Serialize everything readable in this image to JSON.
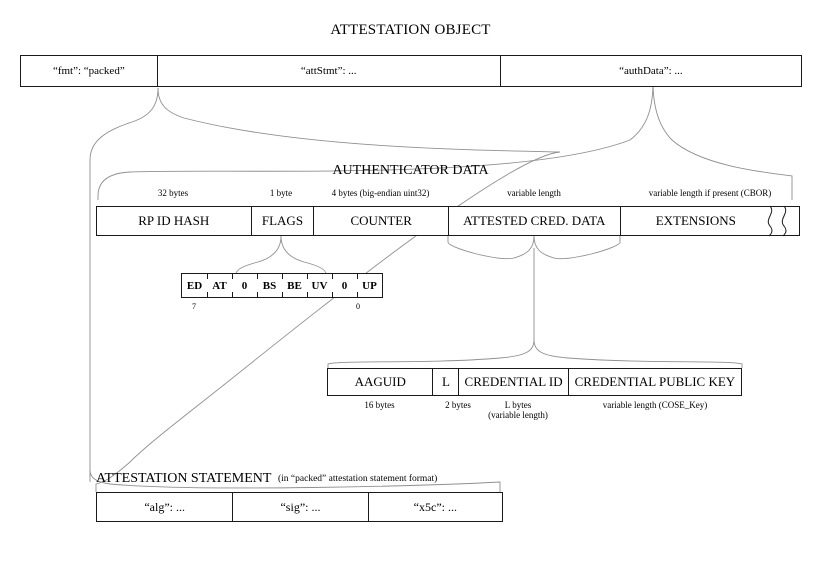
{
  "diagram": {
    "title": "ATTESTATION OBJECT"
  },
  "attestation_object": {
    "fields": [
      {
        "label": "“fmt”: “packed”"
      },
      {
        "label": "“attStmt”: ..."
      },
      {
        "label": "“authData”: ..."
      }
    ]
  },
  "authenticator_data": {
    "title": "AUTHENTICATOR DATA",
    "fields": [
      {
        "label": "RP ID HASH",
        "size": "32 bytes"
      },
      {
        "label": "FLAGS",
        "size": "1 byte"
      },
      {
        "label": "COUNTER",
        "size": "4 bytes (big-endian uint32)"
      },
      {
        "label": "ATTESTED CRED. DATA",
        "size": "variable length"
      },
      {
        "label": "EXTENSIONS",
        "size": "variable length if present (CBOR)"
      }
    ]
  },
  "flags_byte": {
    "bits": [
      "ED",
      "AT",
      "0",
      "BS",
      "BE",
      "UV",
      "0",
      "UP"
    ],
    "high_index": "7",
    "low_index": "0"
  },
  "attested_credential_data": {
    "fields": [
      {
        "label": "AAGUID",
        "size": "16 bytes"
      },
      {
        "label": "L",
        "size": "2 bytes"
      },
      {
        "label": "CREDENTIAL ID",
        "size": "L bytes\n(variable length)"
      },
      {
        "label": "CREDENTIAL PUBLIC KEY",
        "size": "variable length (COSE_Key)"
      }
    ]
  },
  "attestation_statement": {
    "title": "ATTESTATION STATEMENT",
    "subtitle": "(in “packed” attestation statement format)",
    "fields": [
      {
        "label": "“alg”: ..."
      },
      {
        "label": "“sig”: ..."
      },
      {
        "label": "“x5c”: ..."
      }
    ]
  },
  "colors": {
    "stroke": "#1a1a1a",
    "connector": "#8a8a8a",
    "background": "#ffffff"
  }
}
